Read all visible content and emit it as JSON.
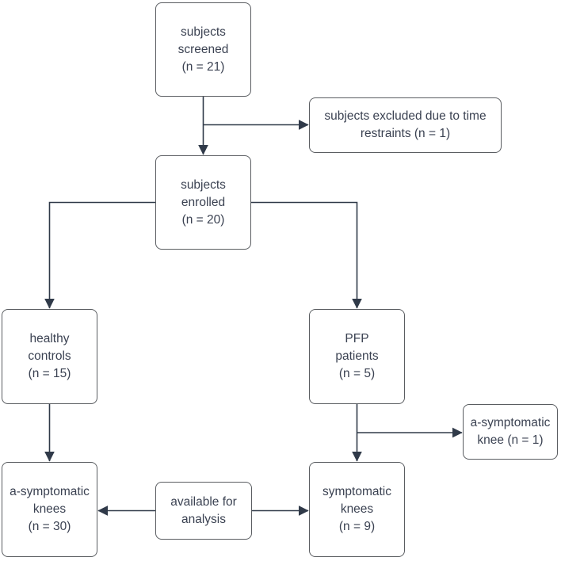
{
  "diagram": {
    "type": "flowchart",
    "colors": {
      "background": "#ffffff",
      "node_fill": "#ffffff",
      "node_border": "#5a5d61",
      "connector": "#303a49",
      "text": "#3b4252"
    },
    "nodes": {
      "screened": {
        "label": "subjects\nscreened\n(n = 21)"
      },
      "excluded": {
        "label": "subjects excluded due to time\nrestraints (n = 1)"
      },
      "enrolled": {
        "label": "subjects\nenrolled\n(n = 20)"
      },
      "healthy": {
        "label": "healthy\ncontrols\n(n = 15)"
      },
      "pfp": {
        "label": "PFP\npatients\n(n = 5)"
      },
      "aknee": {
        "label": "a-symptomatic\nknee (n = 1)"
      },
      "aknees": {
        "label": "a-symptomatic\nknees\n(n = 30)"
      },
      "available": {
        "label": "available for\nanalysis"
      },
      "sknees": {
        "label": "symptomatic\nknees\n(n = 9)"
      }
    },
    "edges": [
      {
        "from": "subjects screened (n = 21)",
        "to": "subjects enrolled (n = 20)"
      },
      {
        "from": "subjects screened (n = 21)",
        "to": "subjects excluded due to time restraints (n = 1)"
      },
      {
        "from": "subjects enrolled (n = 20)",
        "to": "healthy controls (n = 15)"
      },
      {
        "from": "subjects enrolled (n = 20)",
        "to": "PFP patients (n = 5)"
      },
      {
        "from": "healthy controls (n = 15)",
        "to": "a-symptomatic knees (n = 30)"
      },
      {
        "from": "PFP patients (n = 5)",
        "to": "symptomatic knees (n = 9)"
      },
      {
        "from": "PFP patients (n = 5)",
        "to": "a-symptomatic knee (n = 1)"
      },
      {
        "from": "available for analysis",
        "to": "a-symptomatic knees (n = 30)"
      },
      {
        "from": "available for analysis",
        "to": "symptomatic knees (n = 9)"
      }
    ]
  }
}
